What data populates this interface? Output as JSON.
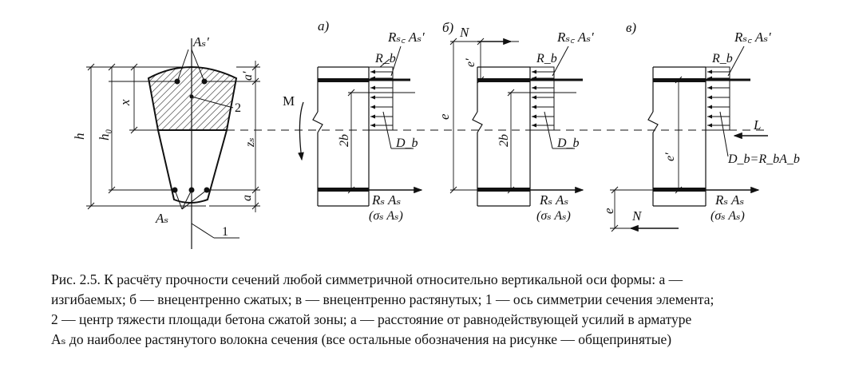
{
  "panels": {
    "a": "а)",
    "b": "б)",
    "v": "в)"
  },
  "caption": {
    "line1": "Рис. 2.5. К расчёту прочности сечений любой симметричной относительно вертикальной оси формы: а —",
    "line2": "изгибаемых; б — внецентренно сжатых; в — внецентренно растянутых; 1 — ось симметрии сечения элемента;",
    "line3": "2 — центр тяжести площади бетона сжатой зоны; а — расстояние от равнодействующей усилий в арматуре",
    "line4": "Aₛ до наиболее растянутого волокна сечения (все остальные обозначения на рисунке — общепринятые)"
  },
  "section_labels": {
    "As_top": "Aₛ′",
    "As_bottom": "Aₛ",
    "h": "h",
    "h0": "h₀",
    "x": "x",
    "zs": "zₛ",
    "a_top": "a′",
    "a_bottom": "a",
    "label_1": "1",
    "label_2": "2"
  },
  "force_labels": {
    "Rsc_As": "Rₛ꜀ Aₛ′",
    "Rb": "R_b",
    "Db": "D_b",
    "Db_eq": "D_b=R_bA_b",
    "Rs_As": "Rₛ Aₛ",
    "sigma_As": "(σₛ Aₛ)",
    "M": "M",
    "N": "N",
    "L": "L",
    "e": "e",
    "e_prime": "e′",
    "two_b": "2b"
  }
}
